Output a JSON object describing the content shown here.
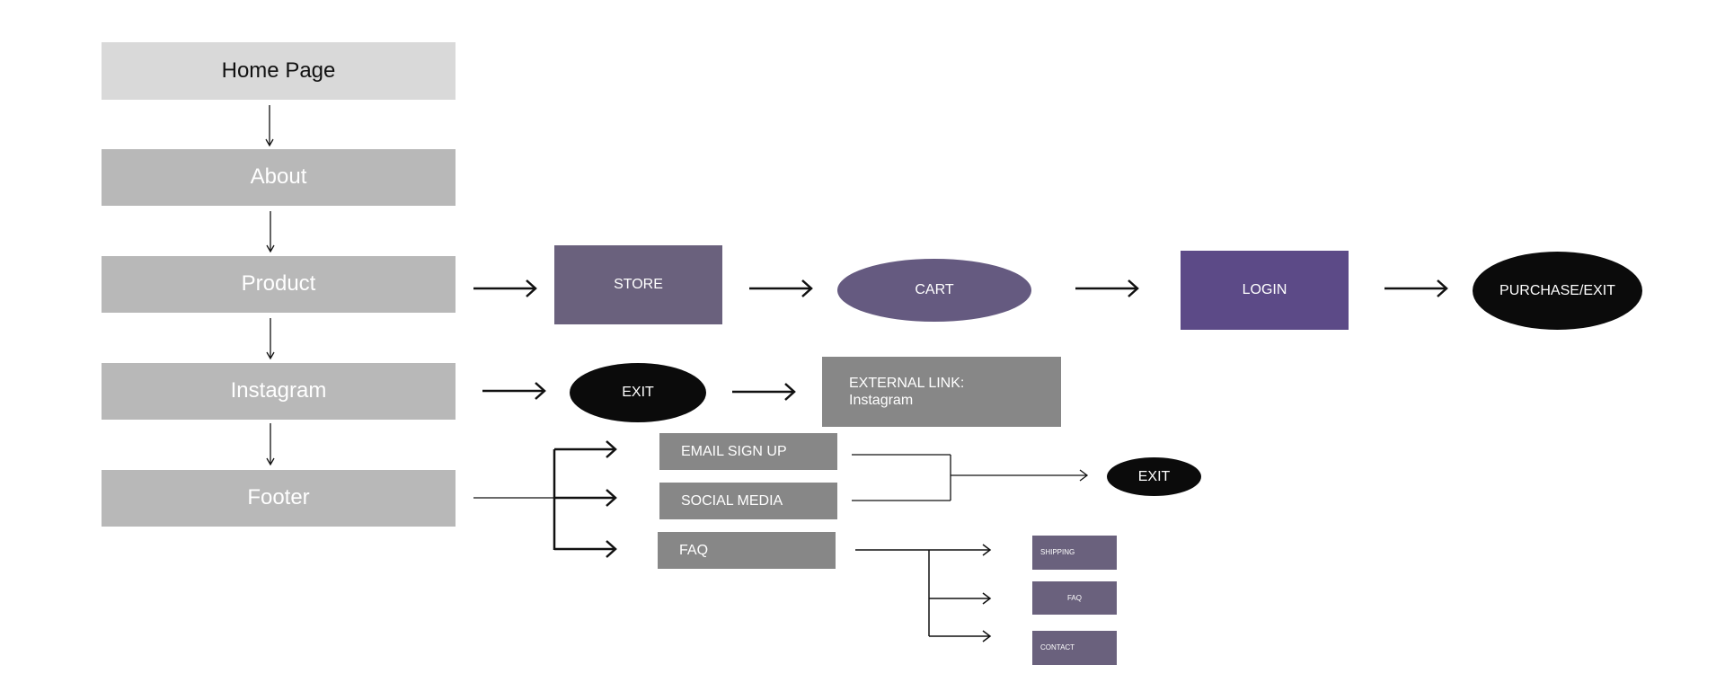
{
  "nodes": {
    "home": "Home Page",
    "about": "About",
    "product": "Product",
    "instagram": "Instagram",
    "footer": "Footer",
    "store": "STORE",
    "cart": "CART",
    "login": "LOGIN",
    "purchase_exit": "PURCHASE/EXIT",
    "exit_instagram": "EXIT",
    "external_link": "EXTERNAL LINK:\nInstagram",
    "email_sign_up": "EMAIL SIGN UP",
    "social_media": "SOCIAL MEDIA",
    "faq": "FAQ",
    "exit_footer": "EXIT",
    "shipping": "SHIPPING",
    "faq_sub": "FAQ",
    "contact": "CONTACT"
  },
  "colors": {
    "main_node": "#b8b8b8",
    "home_node": "#d9d9d9",
    "store": "#6a617d",
    "cart": "#655a80",
    "login": "#5c4a87",
    "exit": "#0b0b0b",
    "footer_items": "#878787",
    "faq_items": "#6a617d"
  }
}
